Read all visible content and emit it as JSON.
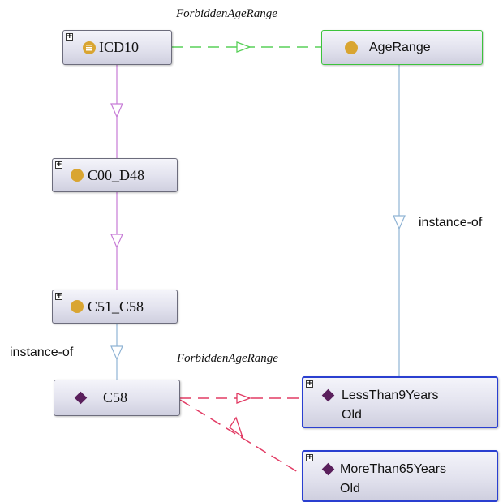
{
  "nodes": {
    "icd10": {
      "label": "ICD10"
    },
    "age_range": {
      "label": "AgeRange"
    },
    "c00_d48": {
      "label": "C00_D48"
    },
    "c51_c58": {
      "label": "C51_C58"
    },
    "c58": {
      "label": "C58"
    },
    "less_than_9": {
      "label_line1": "LessThan9Years",
      "label_line2": "Old"
    },
    "more_than_65": {
      "label_line1": "MoreThan65Years",
      "label_line2": "Old"
    }
  },
  "edges": {
    "forbidden_top": "ForbiddenAgeRange",
    "forbidden_bottom": "ForbiddenAgeRange",
    "instance_of_right": "instance-of",
    "instance_of_left": "instance-of"
  },
  "icons": {
    "expand": "+",
    "class": "class-circle-icon",
    "class_list": "class-list-icon",
    "individual": "individual-diamond-icon"
  },
  "colors": {
    "class_icon": "#d9a531",
    "individual_icon": "#5a1f5c",
    "subclass_edge": "#c67ad6",
    "instance_edge": "#8fb3d4",
    "object_prop_edge_green": "#59d159",
    "object_prop_edge_red": "#e23b64"
  }
}
